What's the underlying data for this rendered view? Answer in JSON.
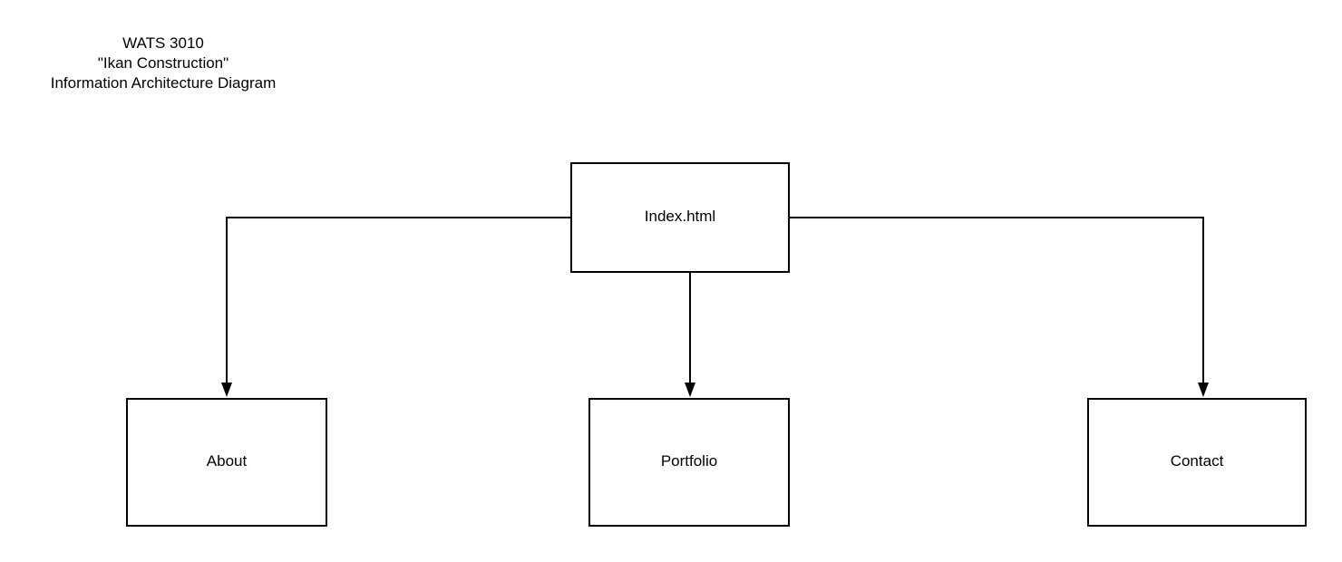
{
  "title": {
    "line1": "WATS 3010",
    "line2": "\"Ikan Construction\"",
    "line3": "Information Architecture Diagram"
  },
  "nodes": {
    "index": "Index.html",
    "about": "About",
    "portfolio": "Portfolio",
    "contact": "Contact"
  },
  "colors": {
    "stroke": "#000000",
    "background": "#ffffff"
  }
}
